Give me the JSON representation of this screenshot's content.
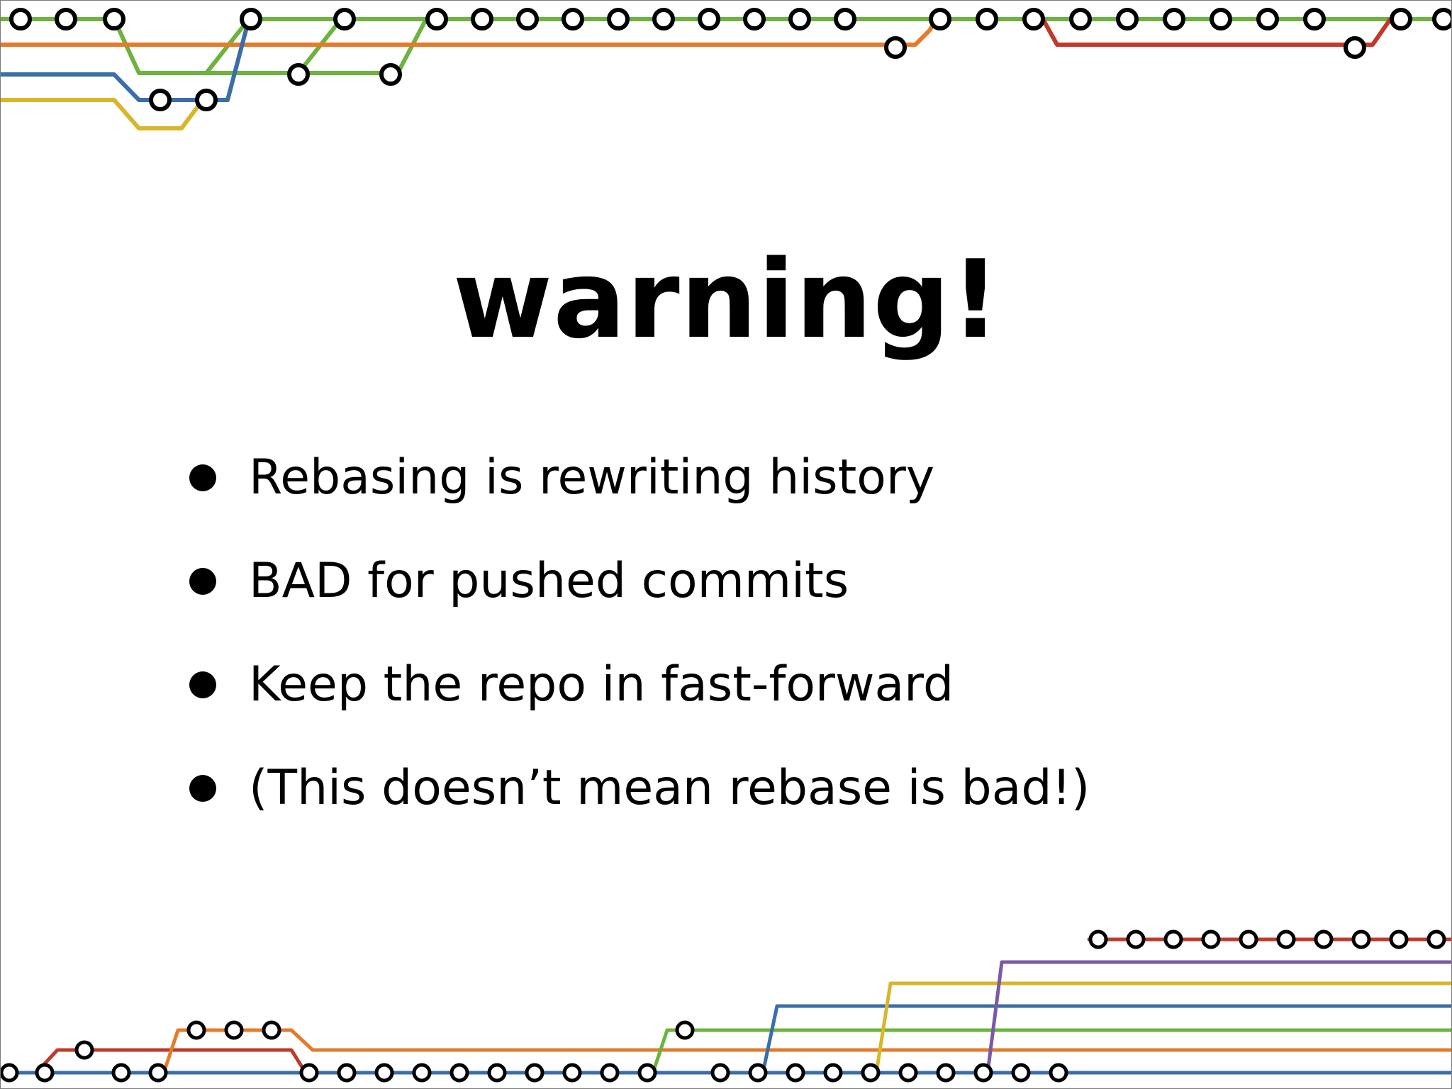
{
  "slide": {
    "title": "warning!",
    "bullets": [
      "Rebasing is rewriting history",
      "BAD for pushed commits",
      "Keep the repo in fast-forward",
      "(This doesn’t mean rebase is bad!)"
    ]
  },
  "decoration": {
    "name": "commit-graph",
    "colors": {
      "green": "#6cb33f",
      "orange": "#e47b2a",
      "blue": "#3a6ea8",
      "yellow": "#d8b62a",
      "red": "#c0392b",
      "purple": "#7a5aa6",
      "node_stroke": "#000000"
    }
  }
}
